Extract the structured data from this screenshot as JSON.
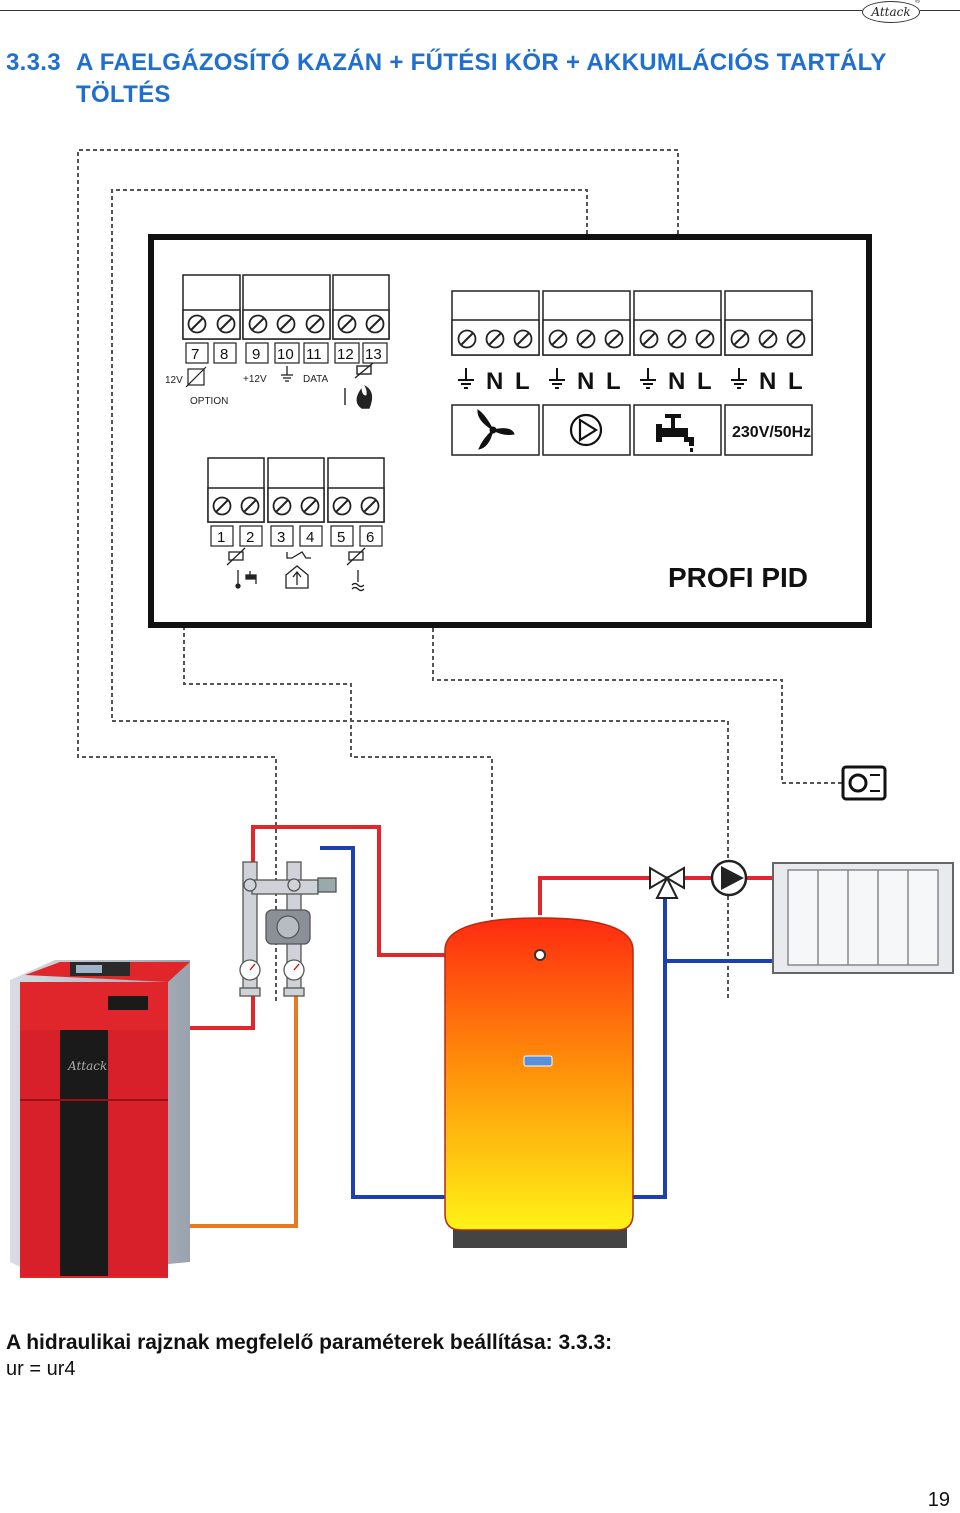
{
  "header": {
    "logo_text": "Attack",
    "logo_reg": "®"
  },
  "title": {
    "number": "3.3.3",
    "line1": "A FAELGÁZOSÍTÓ  KAZÁN  +  FŰTÉSI  KÖR  +  AKKUMLÁCIÓS  TARTÁLY",
    "line2": "TÖLTÉS"
  },
  "controller": {
    "name": "PROFI PID",
    "top_terminals": [
      "7",
      "8",
      "9",
      "10",
      "11",
      "12",
      "13"
    ],
    "top_labels": {
      "v12": "12V",
      "option": "OPTION",
      "plus12": "+12V",
      "data": "DATA"
    },
    "bottom_terminals": [
      "1",
      "2",
      "3",
      "4",
      "5",
      "6"
    ],
    "power_groups": [
      {
        "n": "N",
        "l": "L",
        "icon": "fan-icon"
      },
      {
        "n": "N",
        "l": "L",
        "icon": "pump-icon"
      },
      {
        "n": "N",
        "l": "L",
        "icon": "tap-icon"
      },
      {
        "n": "N",
        "l": "L",
        "label": "230V/50Hz"
      }
    ]
  },
  "boiler": {
    "brand": "Attack"
  },
  "colors": {
    "hot_pipe": "#e3262b",
    "cold_pipe": "#1d3fb0",
    "return_pipe": "#e87a22",
    "title_blue": "#1f6fd1"
  },
  "caption": "A hidraulikai rajznak megfelelő  paraméterek beállítása: 3.3.3:",
  "parameter": "ur = ur4",
  "page_number": "19"
}
